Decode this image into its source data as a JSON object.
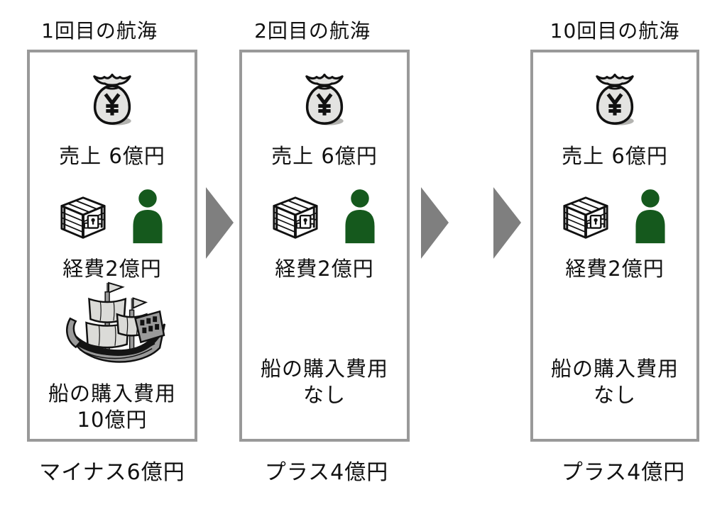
{
  "colors": {
    "panel_border": "#999999",
    "arrow": "#7f7f7f",
    "person_green": "#15591d",
    "bag_fill": "#e3e3e1",
    "sail_fill": "#dbdbd8",
    "hull_gray": "#9a9a9a",
    "outline": "#111111",
    "text": "#111111"
  },
  "icons": {
    "money_bag": "money-bag-icon",
    "treasure_chest": "treasure-chest-icon",
    "person": "person-icon",
    "ship": "ship-icon",
    "arrow": "arrow-right-icon"
  },
  "panels": [
    {
      "title": "1回目の航海",
      "sales_label": "売上 6億円",
      "expense_label": "経費2億円",
      "ship_cost_line1": "船の購入費用",
      "ship_cost_line2": "10億円",
      "result_label": "マイナス6億円"
    },
    {
      "title": "2回目の航海",
      "sales_label": "売上 6億円",
      "expense_label": "経費2億円",
      "ship_cost_line1": "船の購入費用",
      "ship_cost_line2": "なし",
      "result_label": "プラス4億円"
    },
    {
      "title": "10回目の航海",
      "sales_label": "売上 6億円",
      "expense_label": "経費2億円",
      "ship_cost_line1": "船の購入費用",
      "ship_cost_line2": "なし",
      "result_label": "プラス4億円"
    }
  ]
}
